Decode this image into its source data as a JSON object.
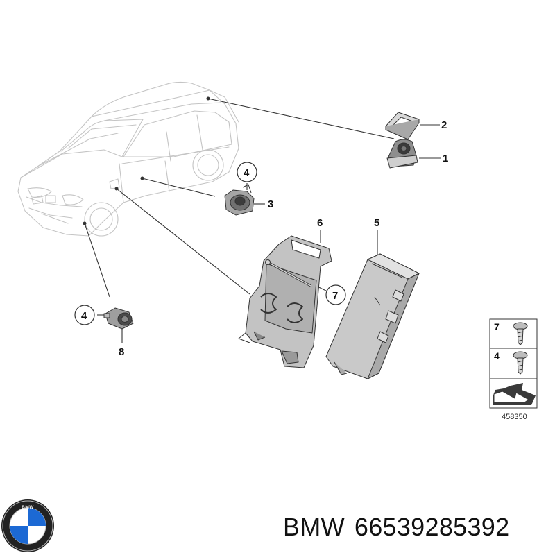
{
  "callouts": {
    "c1": "1",
    "c2": "2",
    "c3": "3",
    "c4a": "4",
    "c4b": "4",
    "c5": "5",
    "c6": "6",
    "c7": "7",
    "c8": "8"
  },
  "legend": {
    "row1": "7",
    "row2": "4"
  },
  "diagram_id": "458350",
  "logo": {
    "text": "BMW"
  },
  "footer": {
    "brand": "BMW",
    "part_number": "66539285392"
  },
  "colors": {
    "outline": "#333333",
    "car_outline": "#bdbdbd",
    "part_fill": "#cfcfcf",
    "part_dark": "#555555",
    "logo_blue": "#1c69d4",
    "logo_ring": "#222222"
  }
}
